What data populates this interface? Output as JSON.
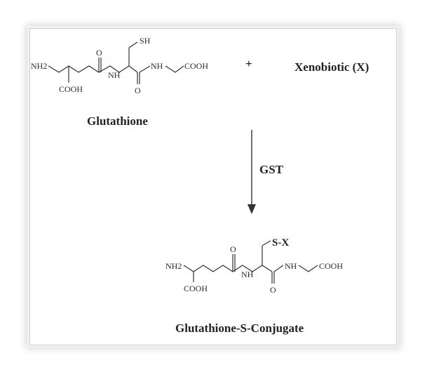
{
  "reactant": {
    "name": "Glutathione",
    "groups": {
      "amine": "NH2",
      "carboxyl": "COOH",
      "amide_n": "NH",
      "thiol": "SH",
      "carbonyl_o": "O",
      "amide_n2": "NH",
      "carboxyl_end": "COOH"
    }
  },
  "plus": "+",
  "co_reactant": "Xenobiotic (X)",
  "enzyme": "GST",
  "product": {
    "name": "Glutathione-S-Conjugate",
    "groups": {
      "amine": "NH2",
      "carboxyl": "COOH",
      "amide_n": "NH",
      "thioether": "S-X",
      "carbonyl_o": "O",
      "amide_n2": "NH",
      "carboxyl_end": "COOH"
    }
  }
}
